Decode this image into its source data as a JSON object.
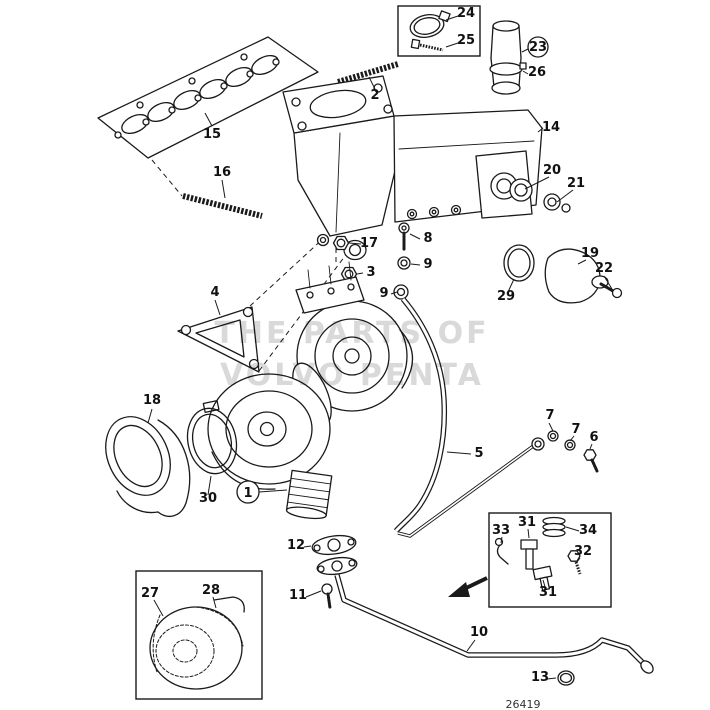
{
  "diagram": {
    "watermark_line1": "THE PARTS OF",
    "watermark_line2": "VOLVO PENTA",
    "figure_number": "26419"
  },
  "labels": {
    "l1": "1",
    "l2": "2",
    "l3": "3",
    "l4": "4",
    "l5": "5",
    "l6": "6",
    "l7a": "7",
    "l7b": "7",
    "l8": "8",
    "l9a": "9",
    "l9b": "9",
    "l10": "10",
    "l11": "11",
    "l12": "12",
    "l13": "13",
    "l14": "14",
    "l15": "15",
    "l16": "16",
    "l17": "17",
    "l18": "18",
    "l19": "19",
    "l20": "20",
    "l21": "21",
    "l22": "22",
    "l23": "23",
    "l24": "24",
    "l25": "25",
    "l26": "26",
    "l27": "27",
    "l28": "28",
    "l29": "29",
    "l30": "30",
    "l31a": "31",
    "l31b": "31",
    "l32": "32",
    "l33": "33",
    "l34": "34"
  },
  "colors": {
    "line": "#1a1a1a",
    "watermark": "#d9d9d9",
    "background": "#ffffff"
  }
}
